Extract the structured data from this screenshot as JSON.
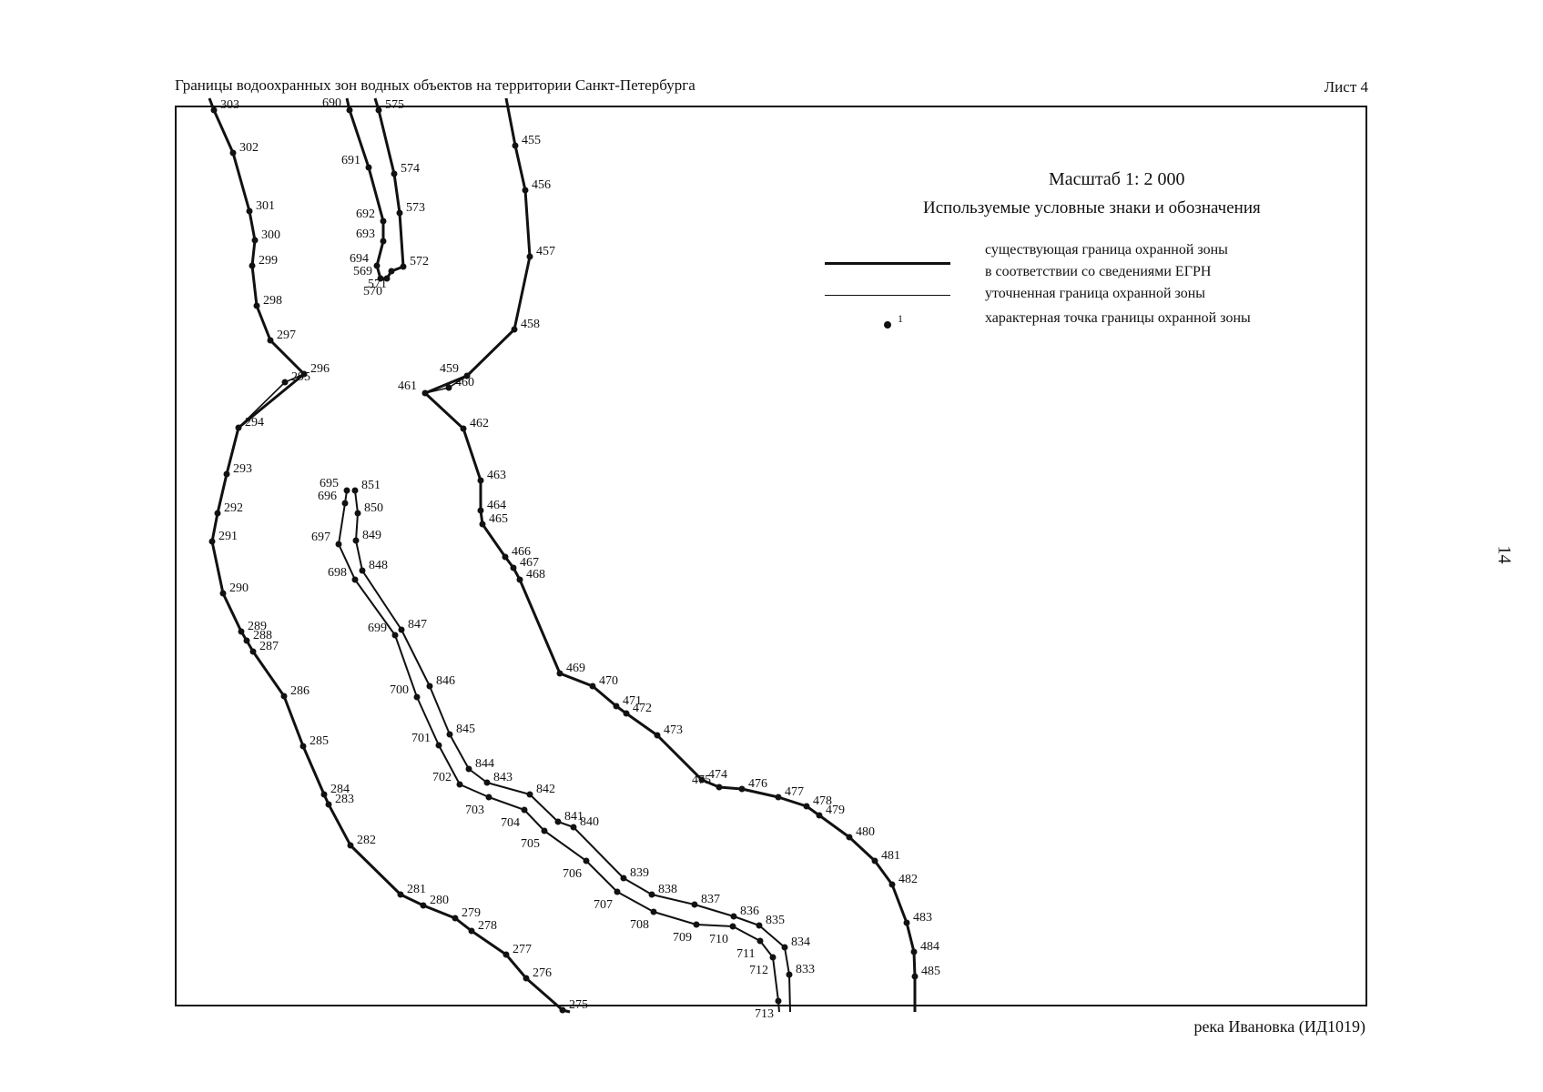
{
  "header": {
    "title": "Границы водоохранных зон водных объектов на территории Санкт-Петербурга",
    "sheet": "Лист 4"
  },
  "footer": {
    "river": "река Ивановка (ИД1019)"
  },
  "page_number": "14",
  "legend": {
    "scale": "Масштаб 1: 2 000",
    "title": "Используемые условные знаки и обозначения",
    "existing_line1": "существующая граница охранной зоны",
    "existing_line2": "в соответствии со сведениями ЕГРН",
    "refined": "уточненная граница охранной зоны",
    "point_sample_label": "1",
    "point": "характерная точка границы охранной зоны"
  },
  "colors": {
    "ink": "#111111",
    "background": "#ffffff"
  }
}
